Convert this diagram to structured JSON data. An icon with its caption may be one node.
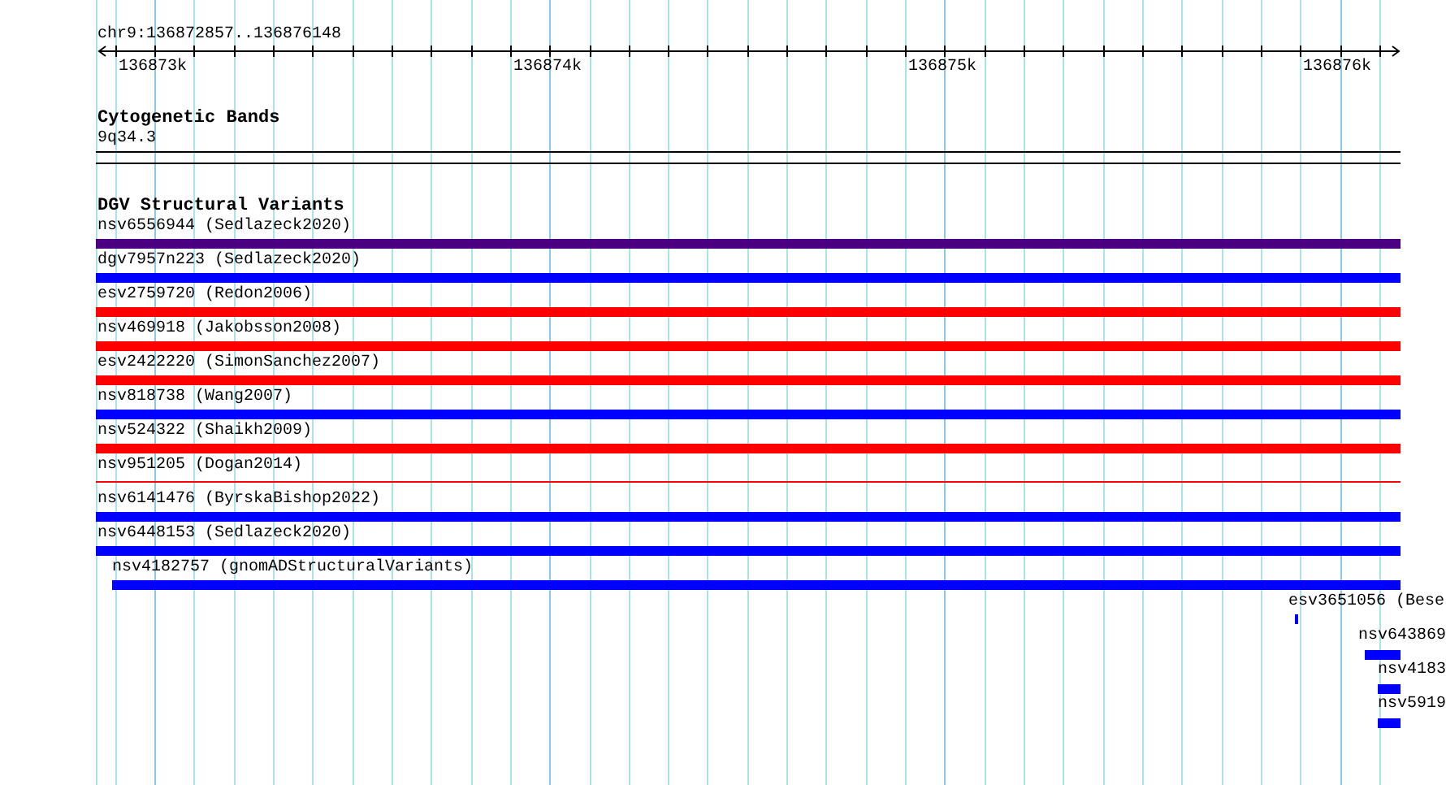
{
  "diagram": {
    "labels": [
      "chr9:136872857..136876148",
      "136873k",
      "136874k",
      "136875k",
      "136876k",
      "Cytogenetic Bands",
      "9q34.3",
      "DGV Structural Variants",
      "nsv6556944 (Sedlazeck2020)",
      "dgv7957n223 (Sedlazeck2020)",
      "esv2759720 (Redon2006)",
      "nsv469918 (Jakobsson2008)",
      "esv2422220 (SimonSanchez2007)",
      "nsv818738 (Wang2007)",
      "nsv524322 (Shaikh2009)",
      "nsv951205 (Dogan2014)",
      "nsv6141476 (ByrskaBishop2022)",
      "nsv6448153 (Sedlazeck2020)",
      "nsv4182757 (gnomADStructuralVariants)",
      "esv3651056 (Bese",
      "nsv643869",
      "nsv4183",
      "nsv5919"
    ]
  }
}
